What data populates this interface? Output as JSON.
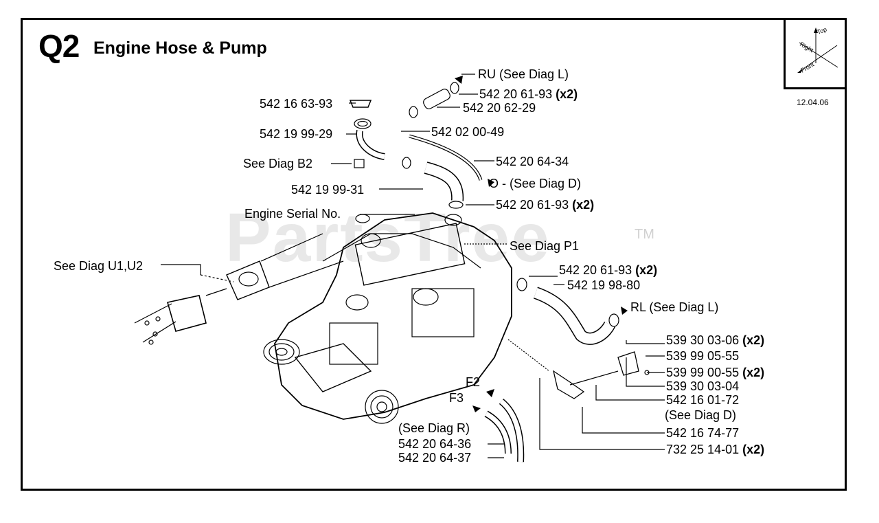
{
  "header": {
    "code": "Q2",
    "title": "Engine Hose & Pump",
    "date": "12.04.06"
  },
  "orientation": {
    "top": "Top",
    "right": "Right",
    "front": "Front"
  },
  "watermark": {
    "text": "PartsTree",
    "tm": "TM"
  },
  "callouts": {
    "ru": "RU (See Diag L)",
    "c1": "542 20 61-93",
    "c1q": "(x2)",
    "c2": "542 16 63-93",
    "c3": "542 20 62-29",
    "c4": "542 19 99-29",
    "c5": "542 02 00-49",
    "c6": "See Diag B2",
    "c7": "542 20 64-34",
    "c8": "542 19 99-31",
    "c9": "O - (See Diag D)",
    "c10": "542 20 61-93",
    "c10q": "(x2)",
    "c11": "Engine Serial No.",
    "c12": "See Diag P1",
    "c13": "See Diag U1,U2",
    "c14": "542 20 61-93",
    "c14q": "(x2)",
    "c15": "542 19 98-80",
    "c16": "RL (See Diag L)",
    "c17": "539 30 03-06",
    "c17q": "(x2)",
    "c18": "539 99 05-55",
    "c19": "539 99 00-55",
    "c19q": "(x2)",
    "c20": "539 30 03-04",
    "c21": "542 16 01-72",
    "c22": "(See Diag D)",
    "c23": "F2",
    "c24": "F3",
    "c25": "(See Diag R)",
    "c26": "542 20 64-36",
    "c27": "542 20 64-37",
    "c28": "542 16 74-77",
    "c29": "732 25 14-01",
    "c29q": "(x2)"
  }
}
